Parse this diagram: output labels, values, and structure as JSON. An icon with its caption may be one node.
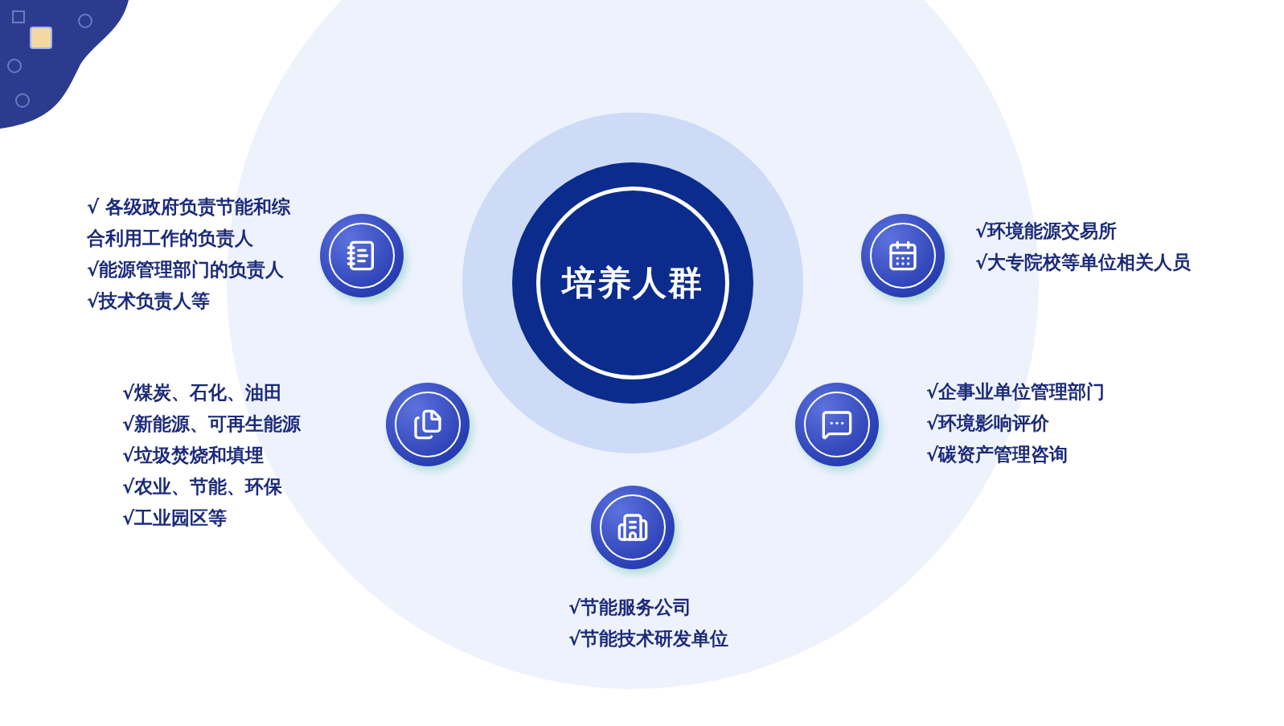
{
  "diagram": {
    "nodes": [
      {
        "text": [
          "培养人群"
        ]
      },
      {
        "text": [],
        "shape": "circle",
        "beside": [
          "√ 各级政府负责节能和综合利用工作的负责人",
          "√能源管理部门的负责人",
          "√技术负责人等"
        ]
      },
      {
        "text": [],
        "shape": "circle",
        "beside": [
          "√环境能源交易所",
          "√大专院校等单位相关人员"
        ]
      },
      {
        "text": [],
        "shape": "circle",
        "beside": [
          "√煤炭、石化、油田",
          "√新能源、可再生能源",
          "√垃圾焚烧和填埋",
          "√农业、节能、环保",
          "√工业园区等"
        ]
      },
      {
        "text": [],
        "shape": "circle",
        "beside": [
          "√企事业单位管理部门",
          "√环境影响评价",
          "√碳资产管理咨询"
        ]
      },
      {
        "text": [],
        "shape": "circle",
        "beside": [
          "√节能服务公司",
          "√节能技术研发单位"
        ]
      }
    ]
  }
}
